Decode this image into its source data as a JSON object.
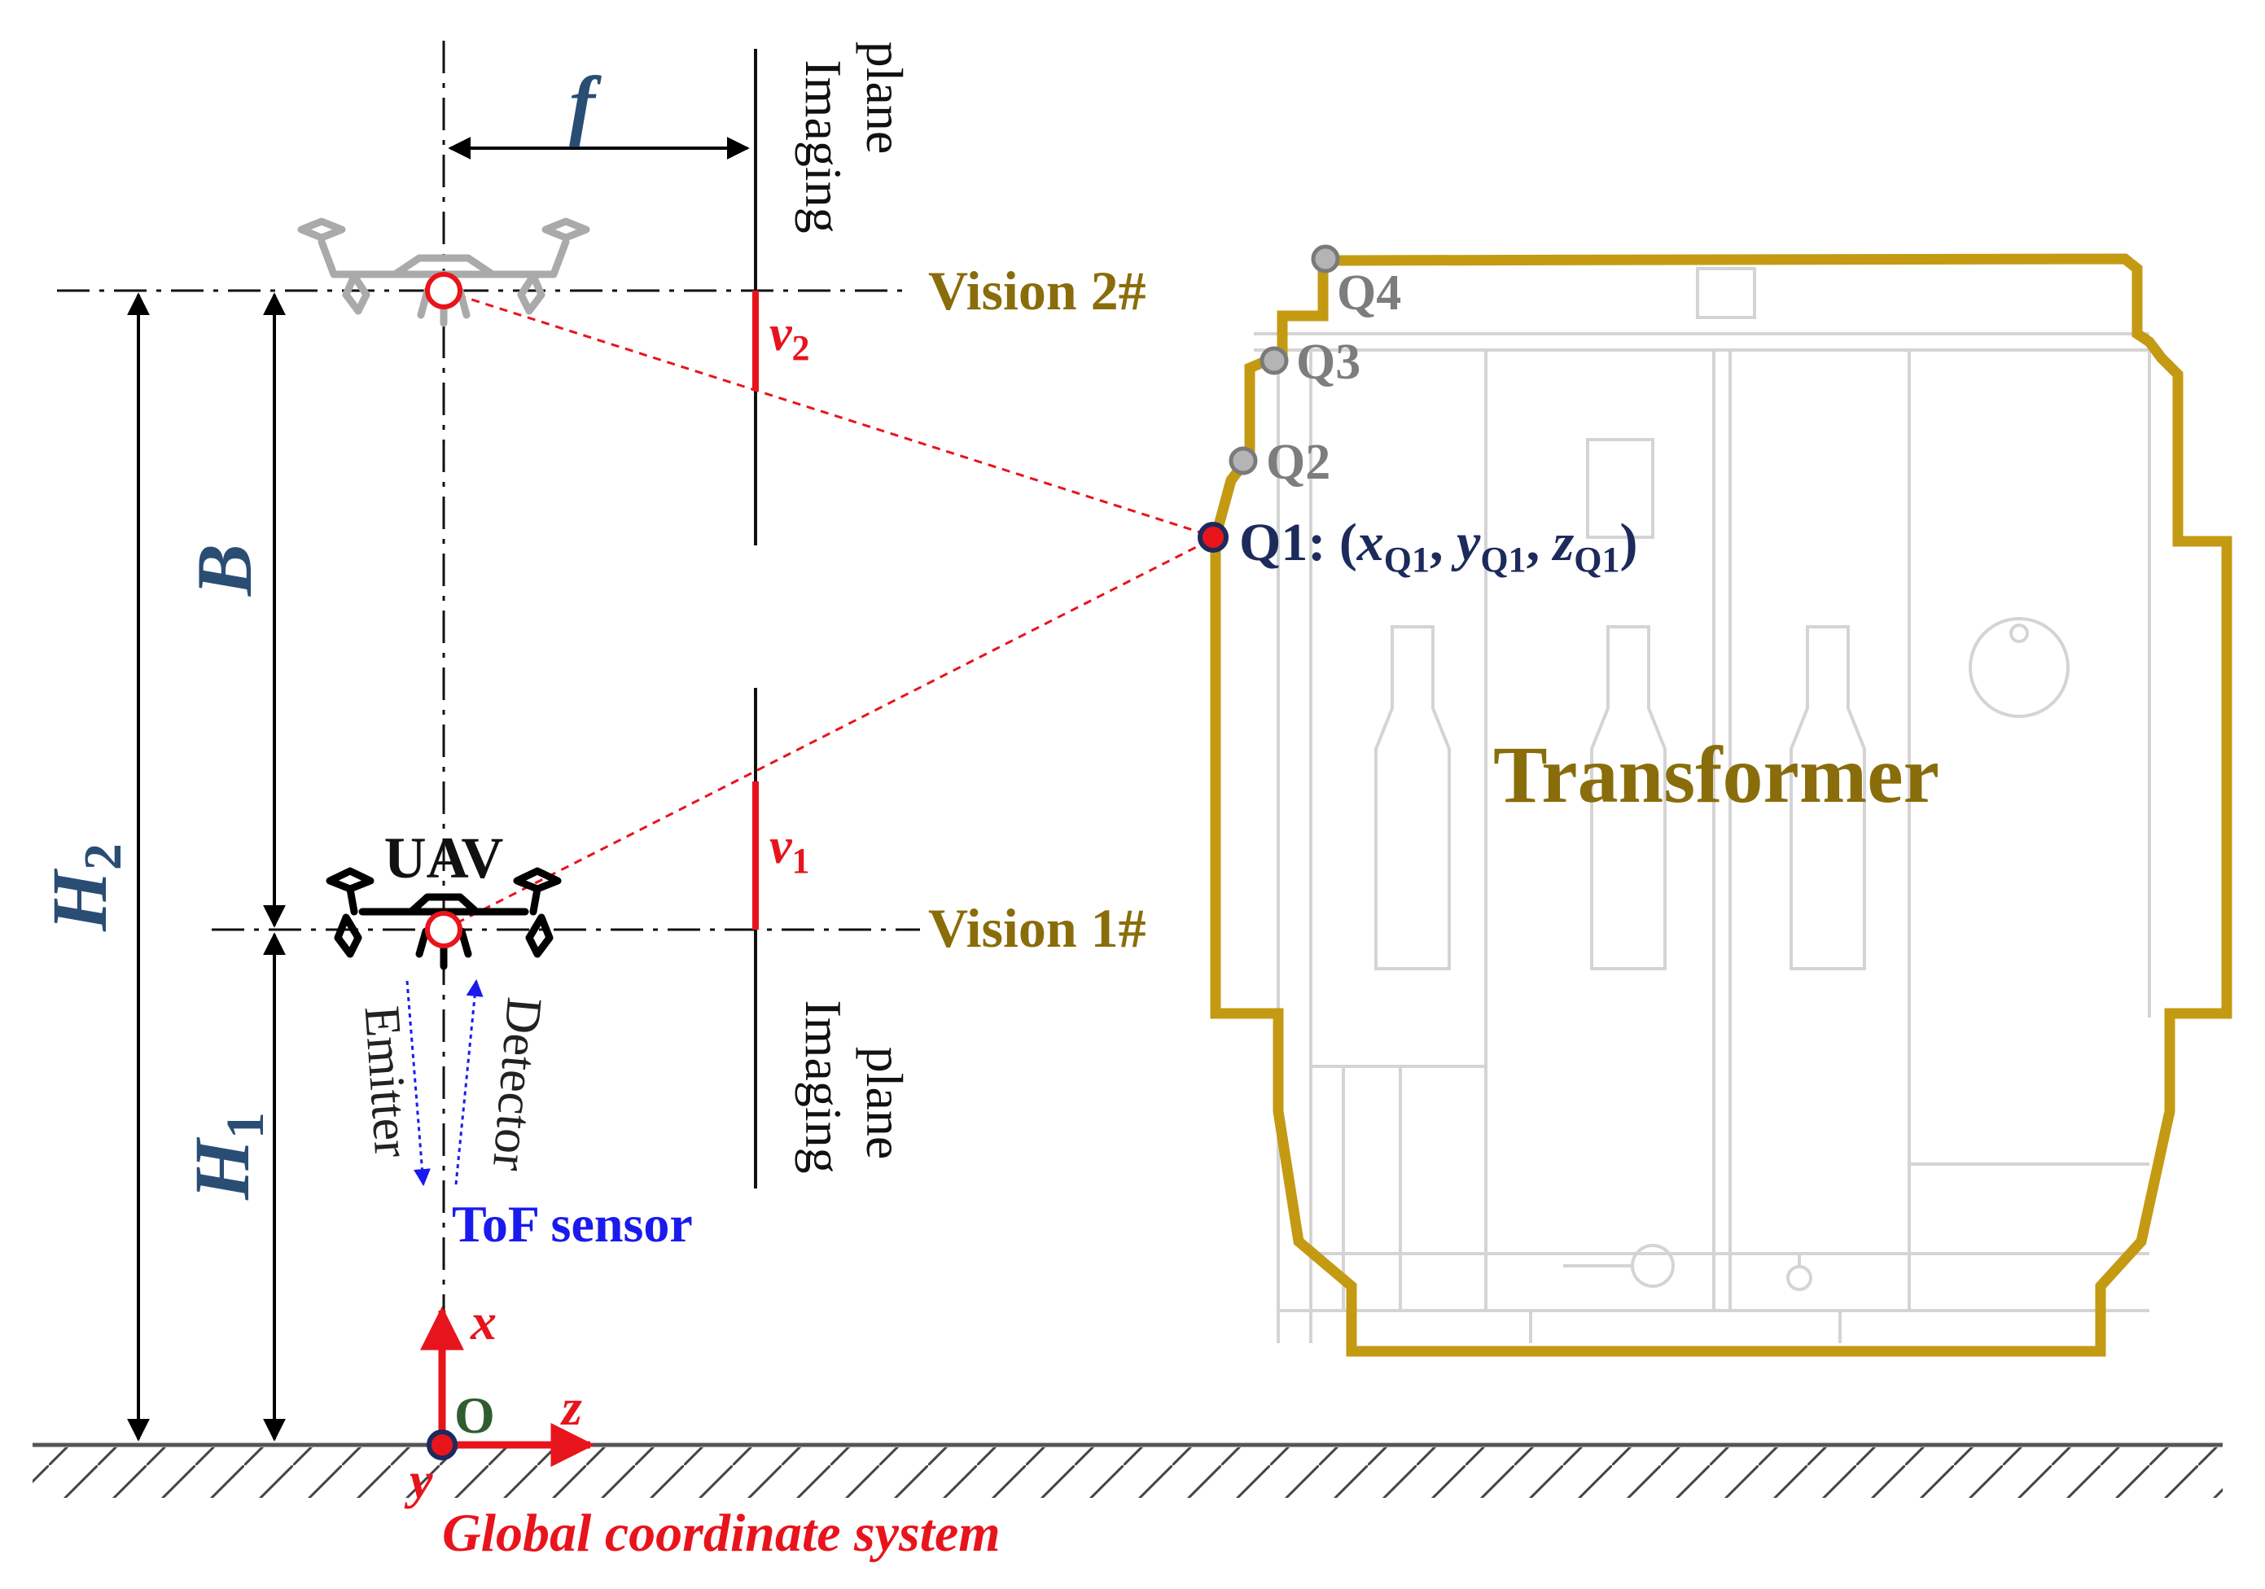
{
  "labels": {
    "focal_length": "f",
    "imaging_plane_top_1": "Imaging",
    "imaging_plane_top_2": "plane",
    "imaging_plane_bottom_1": "Imaging",
    "imaging_plane_bottom_2": "plane",
    "vision_2": "Vision 2#",
    "vision_1": "Vision 1#",
    "baseline": "B",
    "height_2": "H",
    "height_2_sub": "2",
    "height_1": "H",
    "height_1_sub": "1",
    "v2": "v",
    "v2_sub": "2",
    "v1": "v",
    "v1_sub": "1",
    "uav": "UAV",
    "emitter": "Emitter",
    "detector": "Detector",
    "tof_sensor": "ToF sensor",
    "axis_x": "x",
    "axis_z": "z",
    "axis_y": "y",
    "origin": "O",
    "global_cs": "Global coordinate system",
    "transformer": "Transformer",
    "q4": "Q4",
    "q3": "Q3",
    "q2": "Q2",
    "q1_name": "Q1: (",
    "q1_x": "x",
    "q1_y": "y",
    "q1_z": "z",
    "q1_sub": "Q1",
    "comma": ", ",
    "close_paren": ")"
  },
  "colors": {
    "transformer_outline": "#c49a13",
    "label_gold": "#8a6d0b",
    "dimension_blue": "#2a4d74",
    "red_accent": "#e8141c",
    "tof_blue": "#1a1aee",
    "point_grey": "#9a9a9a",
    "point_navy": "#1d2a5c"
  },
  "icons": {
    "uav_top": "quadcopter-icon",
    "uav_bottom": "quadcopter-icon",
    "ground": "hatched-ground-icon"
  }
}
